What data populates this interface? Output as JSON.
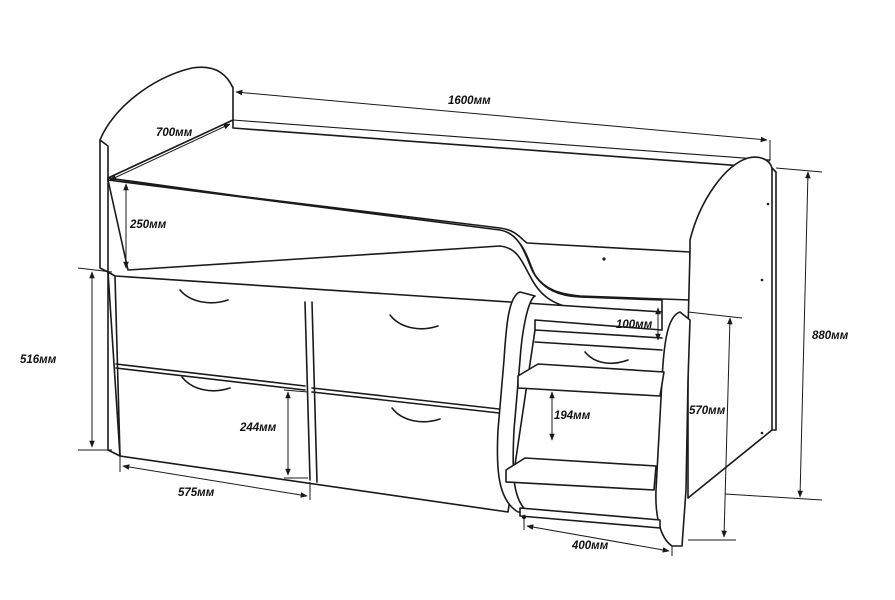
{
  "dimensions": {
    "length": "1600мм",
    "depth": "700мм",
    "side_height": "250мм",
    "base_height": "516мм",
    "total_height": "880мм",
    "step_gap": "100мм",
    "ladder_height": "570мм",
    "step_spacing": "194мм",
    "drawer_height": "244мм",
    "drawer_width": "575мм",
    "ladder_width": "400мм"
  }
}
